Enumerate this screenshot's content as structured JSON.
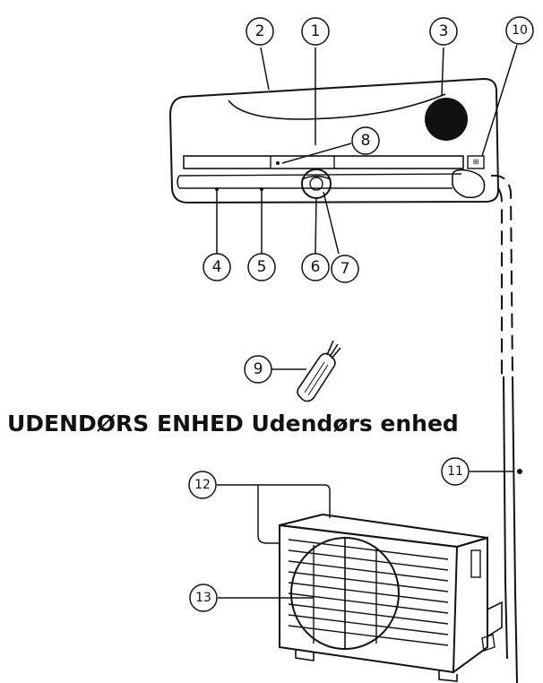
{
  "heading": "UDENDØRS ENHED Udendørs enhed",
  "callouts": {
    "c1": "1",
    "c2": "2",
    "c3": "3",
    "c4": "4",
    "c5": "5",
    "c6": "6",
    "c7": "7",
    "c8": "8",
    "c9": "9",
    "c10": "10",
    "c11": "11",
    "c12": "12",
    "c13": "13"
  },
  "colors": {
    "line": "#111111",
    "background": "#ffffff"
  }
}
